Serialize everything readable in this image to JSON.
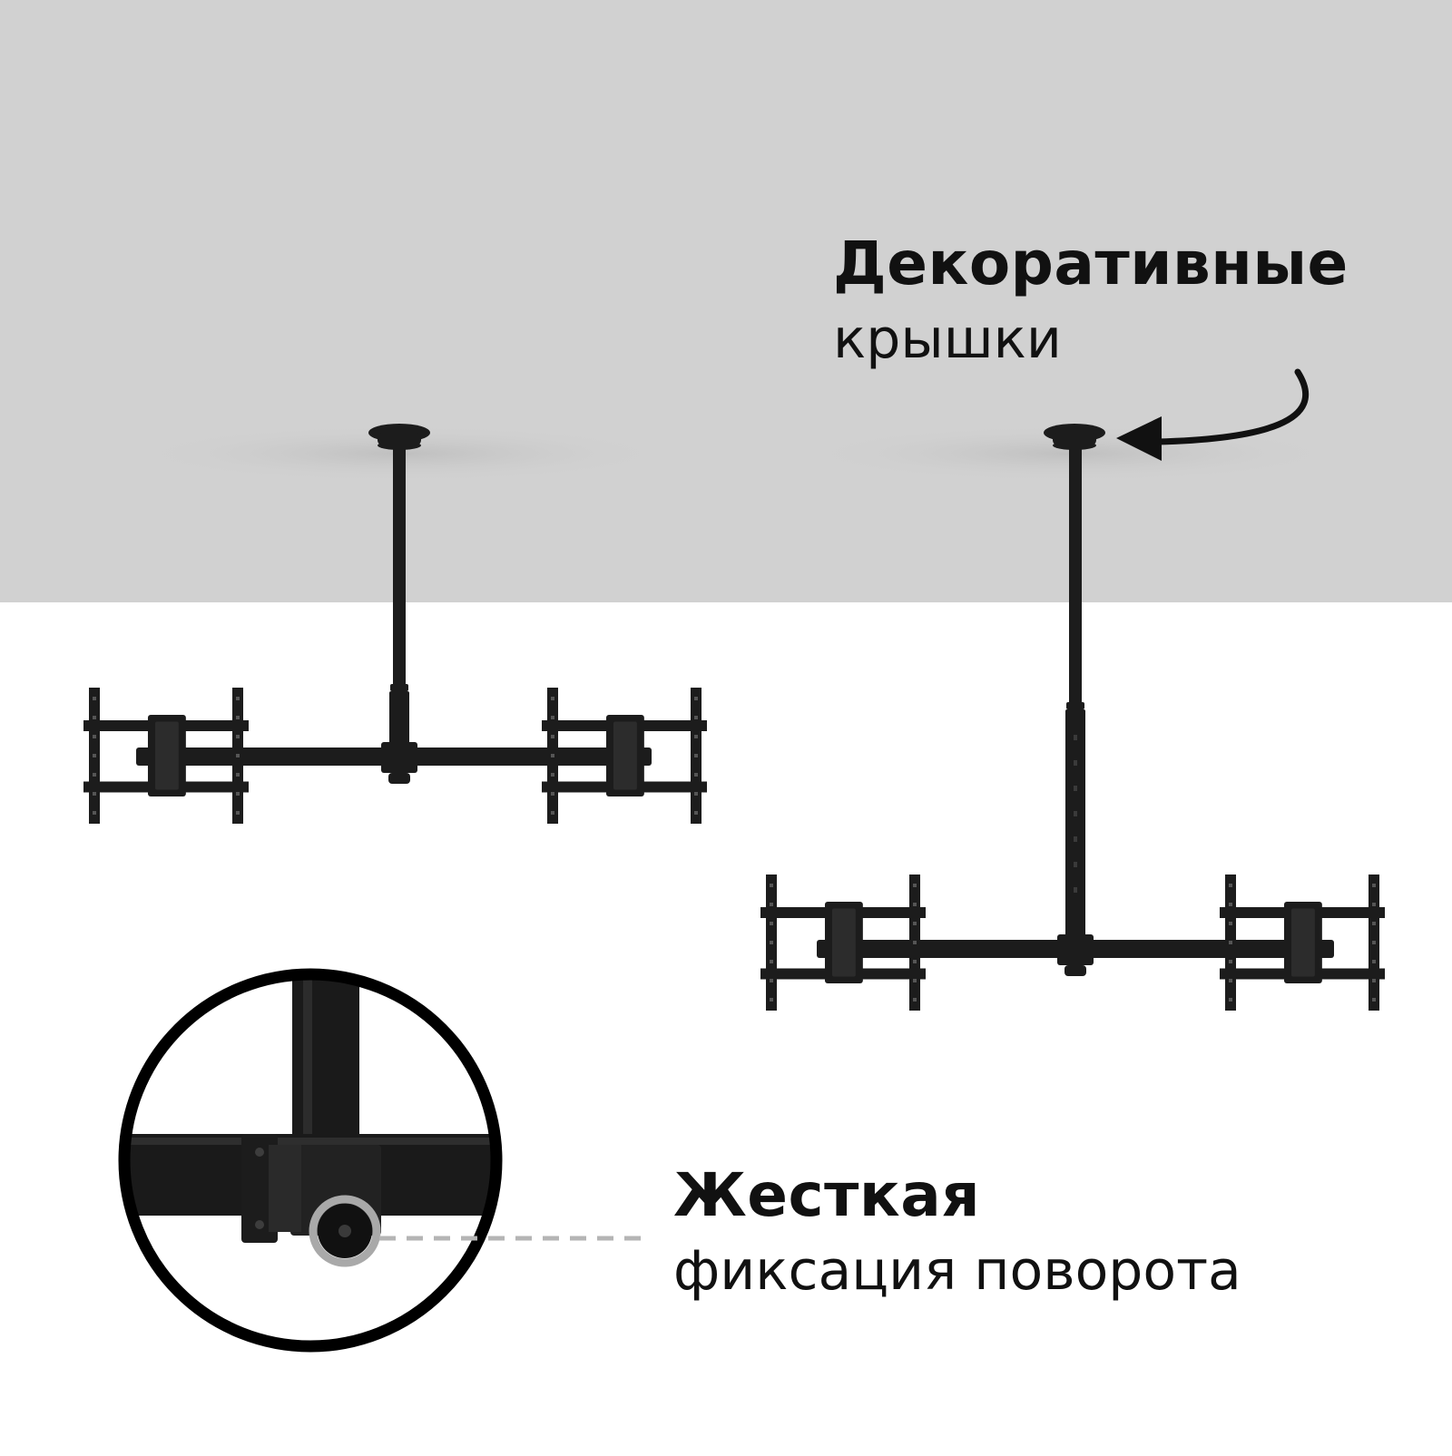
{
  "callouts": {
    "decorative_caps": {
      "title": "Декоративные",
      "subtitle": "крышки"
    },
    "rigid_lock": {
      "title": "Жесткая",
      "subtitle": "фиксация поворота"
    }
  },
  "colors": {
    "ceiling": "#d1d1d1",
    "background": "#ffffff",
    "metal": "#1c1c1c",
    "text": "#111111",
    "highlight_ring": "#a9a9a9",
    "leader_line": "#b5b5b5"
  }
}
